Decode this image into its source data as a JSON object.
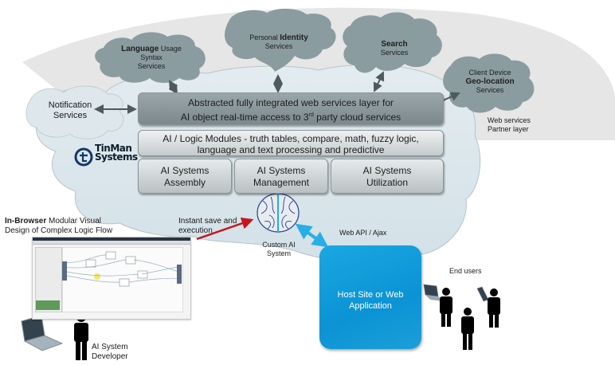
{
  "diagram": {
    "partner_layer": {
      "label_line1": "Web services",
      "label_line2": "Partner layer"
    },
    "partner_clouds": [
      {
        "id": "language",
        "bold": "Language",
        "rest": " Usage",
        "line2": "Syntax",
        "line3": "Services"
      },
      {
        "id": "identity",
        "pre": "Personal ",
        "bold": "Identity",
        "line2": "Services"
      },
      {
        "id": "search",
        "bold": "Search",
        "line2": "Services"
      },
      {
        "id": "geolocation",
        "line1": "Client Device",
        "bold": "Geo-location",
        "line3": "Services"
      }
    ],
    "notification": {
      "line1": "Notification",
      "line2": "Services"
    },
    "layers": {
      "top_line1": "Abstracted fully integrated web services layer for",
      "top_line2_pre": "AI object real-time access to 3",
      "top_line2_sup": "rd",
      "top_line2_post": " party cloud services",
      "middle_line1": "AI / Logic Modules - truth tables, compare, math, fuzzy logic,",
      "middle_line2": "language and text processing and predictive",
      "boxes": [
        {
          "line1": "AI Systems",
          "line2": "Assembly"
        },
        {
          "line1": "AI Systems",
          "line2": "Management"
        },
        {
          "line1": "AI Systems",
          "line2": "Utilization"
        }
      ]
    },
    "logo": {
      "line1": "TinMan",
      "line2": "Systems"
    },
    "brain": {
      "line1": "Custom AI",
      "line2": "System"
    },
    "designer": {
      "bold": "In-Browser",
      "rest": " Modular Visual",
      "line2": "Design of Complex  Logic Flow"
    },
    "instant_save": {
      "line1": "Instant save and",
      "line2": "execution"
    },
    "web_api": "Web API / Ajax",
    "host": {
      "line1": "Host Site or Web",
      "line2": "Application"
    },
    "end_users": "End users",
    "developer": {
      "line1": "AI System",
      "line2": "Developer"
    },
    "colors": {
      "partner_band": "#e6e6e6",
      "main_cloud": "#dbe6ec",
      "partner_cloud": "#8a9ca0",
      "host_blue": "#0b93d4",
      "api_arrow": "#29aee6",
      "save_arrow": "#c8141c"
    }
  }
}
